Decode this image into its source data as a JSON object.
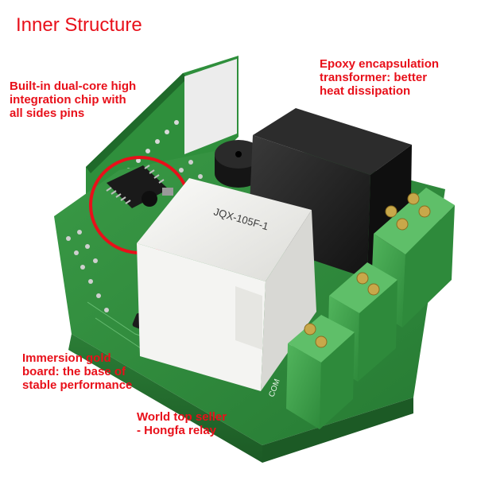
{
  "title": "Inner Structure",
  "annotations": {
    "chip": "Built-in dual-core high\nintegration  chip with\nall  sides pins",
    "transformer": "Epoxy encapsulation\ntransformer: better\nheat dissipation",
    "gold_board": "Immersion gold\nboard: the base of\nstable performance",
    "relay": "World top seller\n- Hongfa relay"
  },
  "relay_marking": "JQX-105F-1",
  "terminal_marking": "COM",
  "colors": {
    "annotation": "#e8101a",
    "pcb": "#2f8a3a",
    "terminal_block": "#3fa34d",
    "relay_body": "#f2f2f0",
    "transformer": "#1e1e1e",
    "highlight_circle": "#e8101a"
  }
}
